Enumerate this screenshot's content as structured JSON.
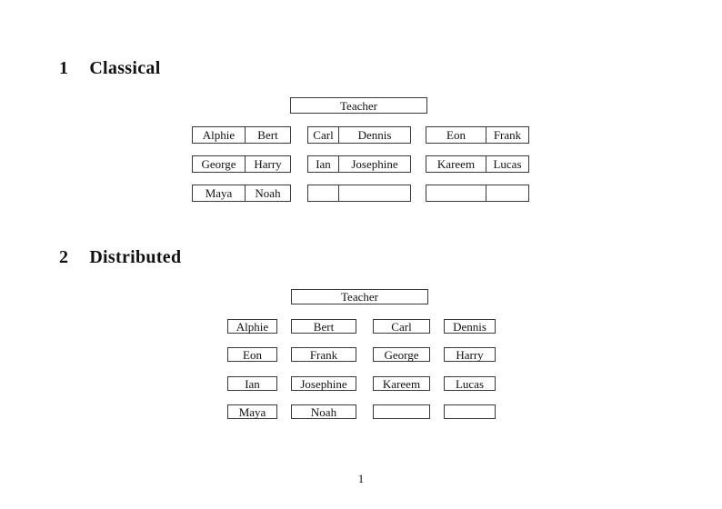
{
  "colors": {
    "background": "#ffffff",
    "text": "#111111",
    "box_border": "#3a3a3a"
  },
  "sections": [
    {
      "number": "1",
      "title": "Classical"
    },
    {
      "number": "2",
      "title": "Distributed"
    }
  ],
  "classical": {
    "teacher_label": "Teacher",
    "desks": [
      {
        "left": "Alphie",
        "right": "Bert"
      },
      {
        "left": "Carl",
        "right": "Dennis"
      },
      {
        "left": "Eon",
        "right": "Frank"
      },
      {
        "left": "George",
        "right": "Harry"
      },
      {
        "left": "Ian",
        "right": "Josephine"
      },
      {
        "left": "Kareem",
        "right": "Lucas"
      },
      {
        "left": "Maya",
        "right": "Noah"
      },
      {
        "left": "",
        "right": ""
      },
      {
        "left": "",
        "right": ""
      }
    ]
  },
  "distributed": {
    "teacher_label": "Teacher",
    "seats": [
      "Alphie",
      "Bert",
      "Carl",
      "Dennis",
      "Eon",
      "Frank",
      "George",
      "Harry",
      "Ian",
      "Josephine",
      "Kareem",
      "Lucas",
      "Maya",
      "Noah",
      "",
      ""
    ]
  },
  "footer": {
    "page_number": "1"
  }
}
